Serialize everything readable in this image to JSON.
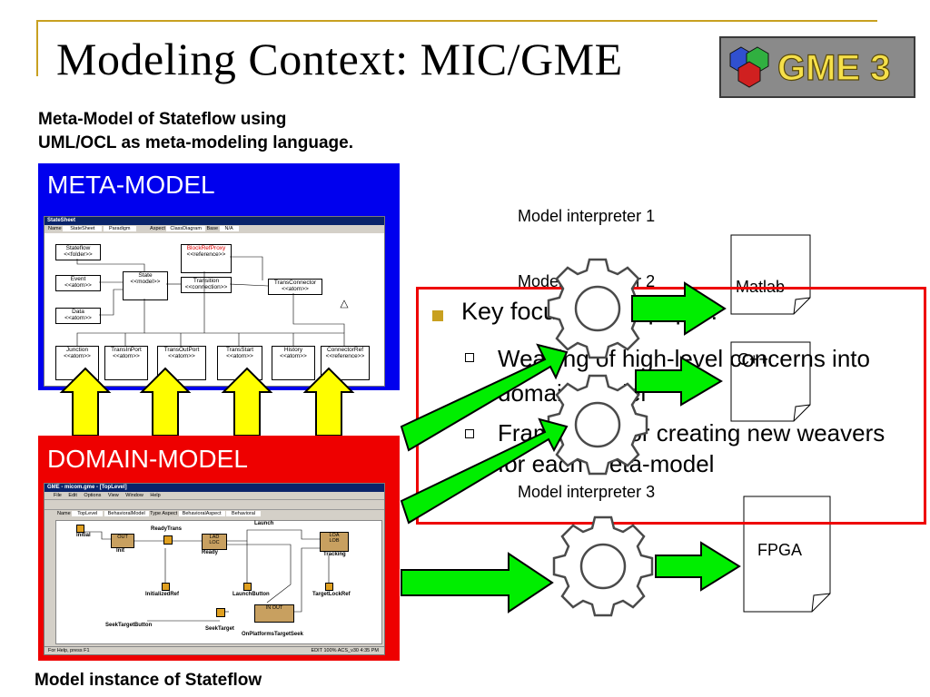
{
  "slide": {
    "title": "Modeling Context: MIC/GME",
    "logo_text": "GME 3",
    "caption_top": [
      "Meta-Model of Stateflow using",
      "UML/OCL as meta-modeling language."
    ],
    "caption_bottom": "Model instance of Stateflow"
  },
  "meta_panel": {
    "title": "META-MODEL",
    "window_title": "StateSheet",
    "toolbar_name_label": "Name",
    "toolbar_name_value": "StateSheet",
    "toolbar_paradigm": "Paradigm",
    "toolbar_aspect_label": "Aspect",
    "toolbar_aspect_value": "ClassDiagram",
    "toolbar_base_label": "Base",
    "toolbar_base_value": "N/A",
    "classes": [
      {
        "name": "Stateflow",
        "stereo": "<<folder>>"
      },
      {
        "name": "BlockRefProxy",
        "stereo": "<<reference>>"
      },
      {
        "name": "Event",
        "stereo": "<<atom>>"
      },
      {
        "name": "State",
        "stereo": "<<model>>"
      },
      {
        "name": "Transition",
        "stereo": "<<connection>>"
      },
      {
        "name": "TransConnector",
        "stereo": "<<atom>>"
      },
      {
        "name": "Data",
        "stereo": "<<atom>>"
      },
      {
        "name": "Junction",
        "stereo": "<<atom>>"
      },
      {
        "name": "TransInPort",
        "stereo": "<<atom>>"
      },
      {
        "name": "TransOutPort",
        "stereo": "<<atom>>"
      },
      {
        "name": "TransStart",
        "stereo": "<<atom>>"
      },
      {
        "name": "History",
        "stereo": "<<atom>>"
      },
      {
        "name": "ConnectorRef",
        "stereo": "<<reference>>"
      }
    ]
  },
  "domain_panel": {
    "title": "DOMAIN-MODEL",
    "window_title": "GME - micom.gme - [TopLevel]",
    "menu": [
      "File",
      "Edit",
      "Options",
      "View",
      "Window",
      "Help"
    ],
    "toolbar_name_label": "Name",
    "toolbar_name_value": "TopLevel",
    "toolbar_kind": "BehavioralModel",
    "toolbar_type": "Type",
    "toolbar_aspect_label": "Aspect",
    "toolbar_aspect_value": "BehavioralAspect",
    "toolbar_base": "Behavioral",
    "nodes": [
      {
        "label": "Initial"
      },
      {
        "label": "Init"
      },
      {
        "label": "ReadyTrans"
      },
      {
        "label": "Ready"
      },
      {
        "label": "Launch"
      },
      {
        "label": "Tracking"
      },
      {
        "label": "InitializedRef"
      },
      {
        "label": "LaunchButton"
      },
      {
        "label": "TargetLockRef"
      },
      {
        "label": "SeekTargetButton"
      },
      {
        "label": "SeekTarget"
      },
      {
        "label": "OnPlatformsTargetSeek"
      }
    ],
    "port_in": "IN",
    "port_out": "OUT",
    "status_left": "For Help, press F1",
    "status_right": "EDIT  100%  ACS_v30  4:35 PM"
  },
  "interpreters": [
    "Model interpreter 1",
    "Model interpreter 2",
    "Model interpreter 3"
  ],
  "outputs": [
    "Matlab",
    "C++",
    "FPGA"
  ],
  "key_box": {
    "heading": "Key focus of this paper:",
    "items": [
      "Weaving of high-level concerns into domain model",
      "Framework for creating new weavers for each meta-model"
    ]
  },
  "colors": {
    "meta_bg": "#0000ee",
    "domain_bg": "#ee0000",
    "arrow_green": "#00ee00",
    "arrow_yellow": "#ffff00",
    "accent_gold": "#c8a020",
    "key_border": "#ee0000"
  }
}
